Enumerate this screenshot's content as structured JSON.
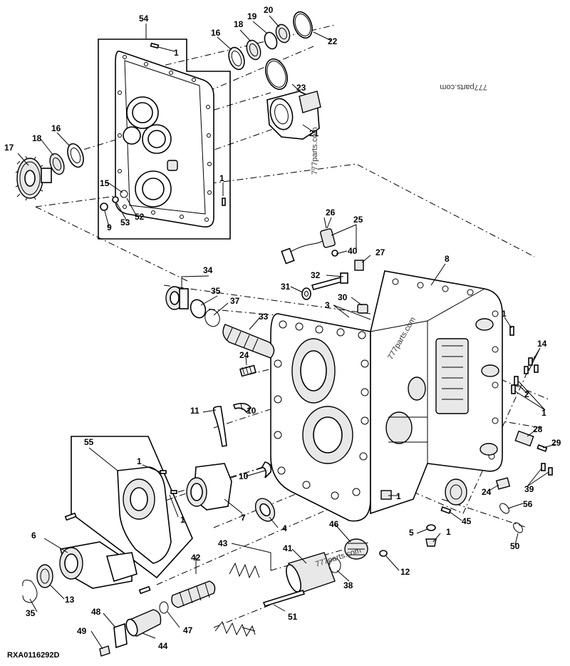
{
  "diagram_code": "RXA0116292D",
  "watermarks": [
    "777parts.com",
    "777parts.com",
    "777parts.com",
    "777parts.com"
  ],
  "callouts": [
    "54",
    "1",
    "16",
    "18",
    "19",
    "20",
    "22",
    "23",
    "21",
    "17",
    "18",
    "16",
    "15",
    "52",
    "53",
    "9",
    "1",
    "26",
    "25",
    "40",
    "27",
    "8",
    "34",
    "35",
    "37",
    "32",
    "31",
    "30",
    "3",
    "33",
    "24",
    "1",
    "14",
    "2",
    "1",
    "11",
    "10",
    "28",
    "29",
    "55",
    "1",
    "10",
    "7",
    "1",
    "24",
    "1",
    "39",
    "56",
    "6",
    "4",
    "5",
    "1",
    "45",
    "43",
    "46",
    "42",
    "41",
    "12",
    "13",
    "35",
    "38",
    "50",
    "48",
    "47",
    "51",
    "49",
    "44"
  ]
}
